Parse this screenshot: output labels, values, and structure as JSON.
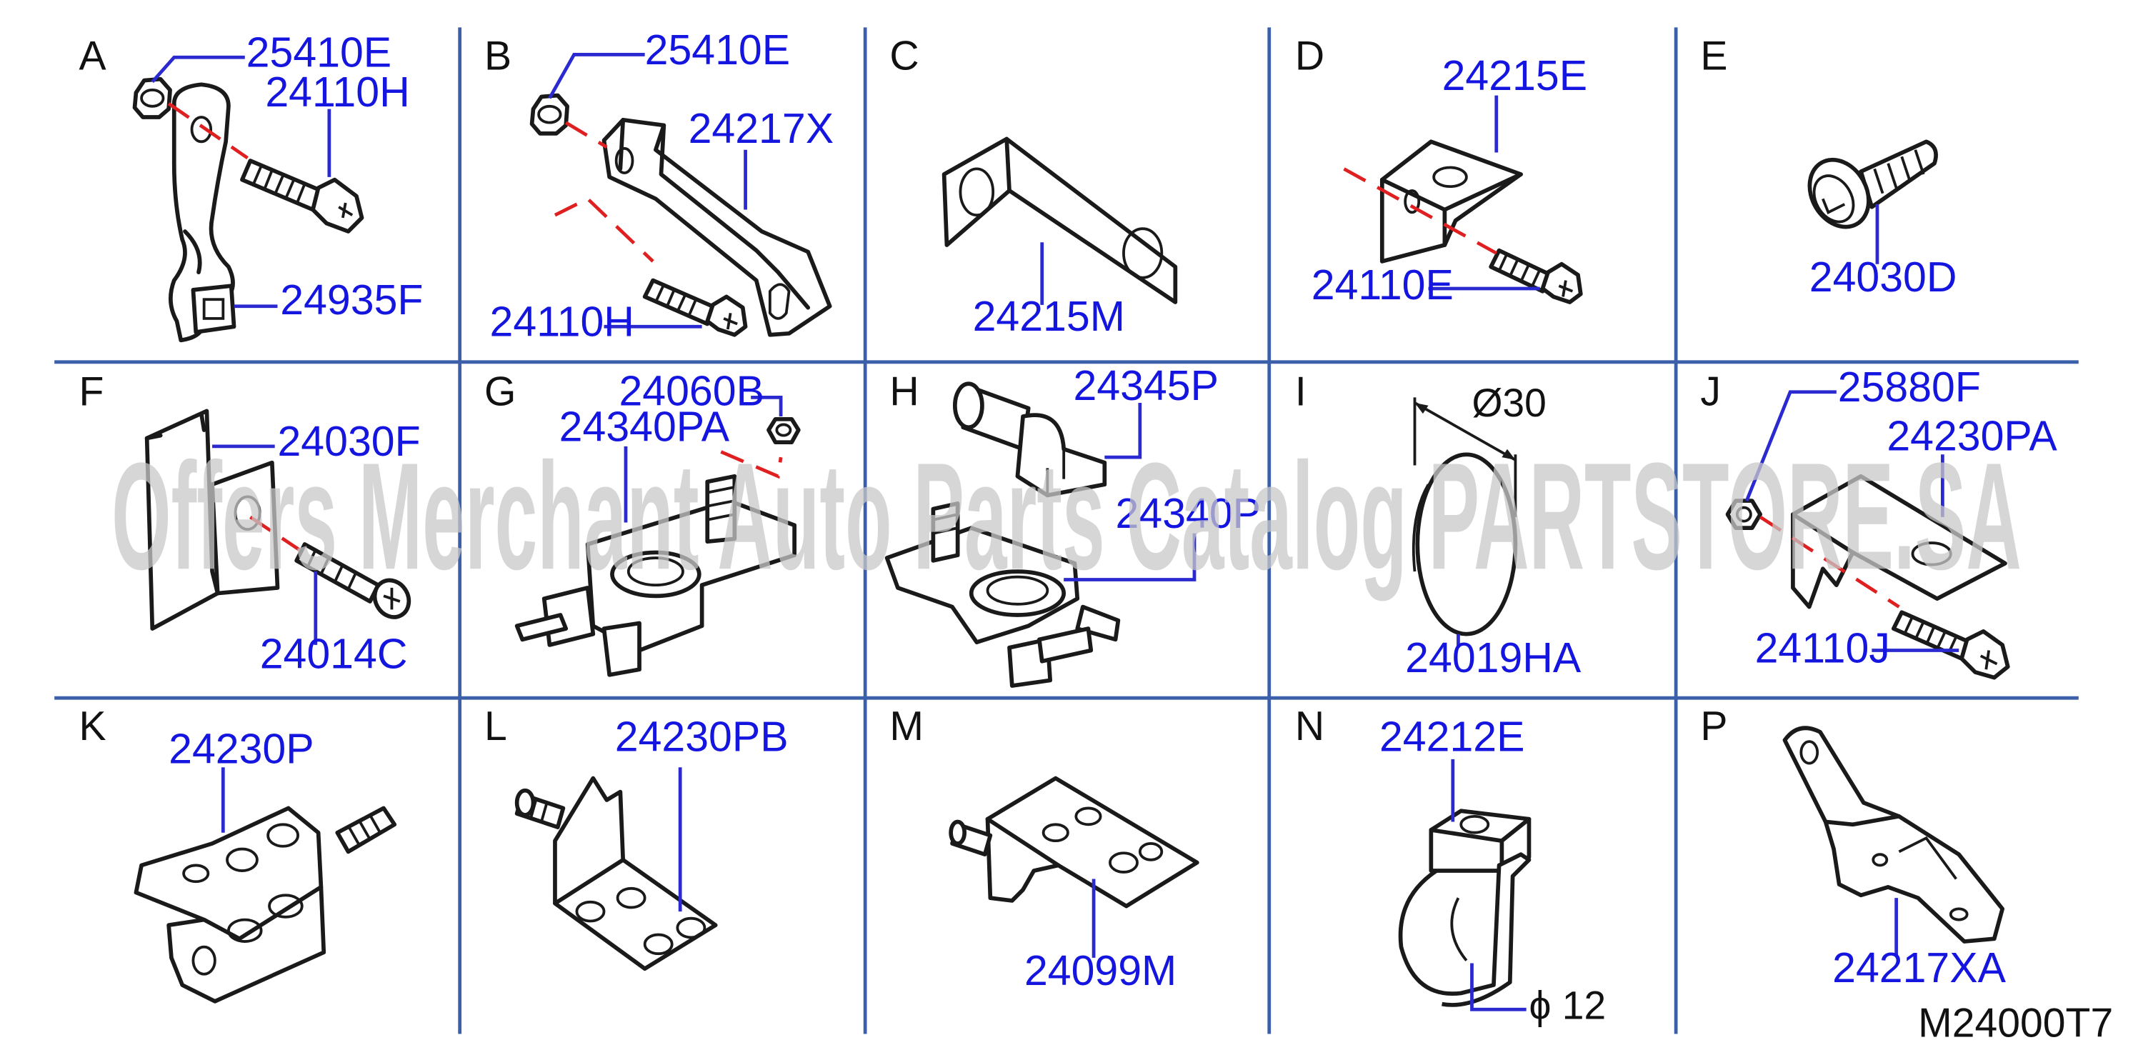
{
  "cells": [
    {
      "letter": "A",
      "parts": [
        "25410E",
        "24110H",
        "24935F"
      ]
    },
    {
      "letter": "B",
      "parts": [
        "25410E",
        "24217X",
        "24110H"
      ]
    },
    {
      "letter": "C",
      "parts": [
        "24215M"
      ]
    },
    {
      "letter": "D",
      "parts": [
        "24215E",
        "24110E"
      ]
    },
    {
      "letter": "E",
      "parts": [
        "24030D"
      ]
    },
    {
      "letter": "F",
      "parts": [
        "24030F",
        "24014C"
      ]
    },
    {
      "letter": "G",
      "parts": [
        "24060B",
        "24340PA"
      ]
    },
    {
      "letter": "H",
      "parts": [
        "24345P",
        "24340P"
      ]
    },
    {
      "letter": "I",
      "parts": [
        "24019HA"
      ],
      "dimension": "Ø30"
    },
    {
      "letter": "J",
      "parts": [
        "25880F",
        "24230PA",
        "24110J"
      ]
    },
    {
      "letter": "K",
      "parts": [
        "24230P"
      ]
    },
    {
      "letter": "L",
      "parts": [
        "24230PB"
      ]
    },
    {
      "letter": "M",
      "parts": [
        "24099M"
      ]
    },
    {
      "letter": "N",
      "parts": [
        "24212E"
      ],
      "dimension": "ϕ 12"
    },
    {
      "letter": "P",
      "parts": [
        "24217XA"
      ]
    }
  ],
  "watermark": "Offers Merchant Auto Parts Catalog PARTSTORE.SA",
  "drawing_code": "M24000T7",
  "colors": {
    "part_number": "#1515e0",
    "grid": "#3b5fa8",
    "axis_line": "#e02020",
    "watermark": "#c8c8c8"
  }
}
